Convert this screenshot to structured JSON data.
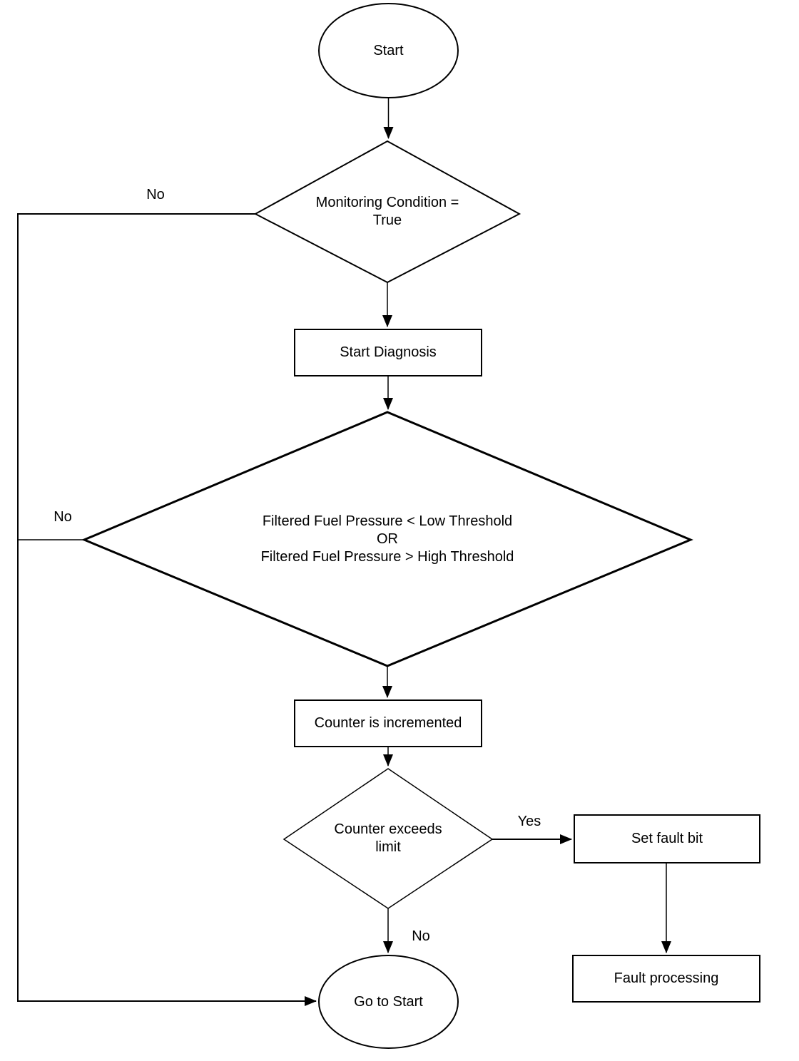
{
  "diagram": {
    "type": "flowchart",
    "background_color": "#ffffff",
    "line_color": "#000000",
    "text_color": "#000000",
    "nodes": {
      "start": {
        "shape": "ellipse",
        "label": "Start"
      },
      "monitoring_condition": {
        "shape": "diamond",
        "label": "Monitoring Condition =\nTrue"
      },
      "start_diagnosis": {
        "shape": "process",
        "label": "Start Diagnosis"
      },
      "pressure_check": {
        "shape": "diamond",
        "label": "Filtered Fuel Pressure < Low Threshold\nOR\nFiltered Fuel Pressure > High Threshold"
      },
      "counter_incremented": {
        "shape": "process",
        "label": "Counter is incremented"
      },
      "counter_exceeds_limit": {
        "shape": "diamond",
        "label": "Counter exceeds\nlimit"
      },
      "set_fault_bit": {
        "shape": "process",
        "label": "Set fault bit"
      },
      "fault_processing": {
        "shape": "process",
        "label": "Fault processing"
      },
      "go_to_start": {
        "shape": "ellipse",
        "label": "Go to Start"
      }
    },
    "edge_labels": {
      "monitoring_no": "No",
      "pressure_no": "No",
      "counter_yes": "Yes",
      "counter_no": "No"
    }
  }
}
